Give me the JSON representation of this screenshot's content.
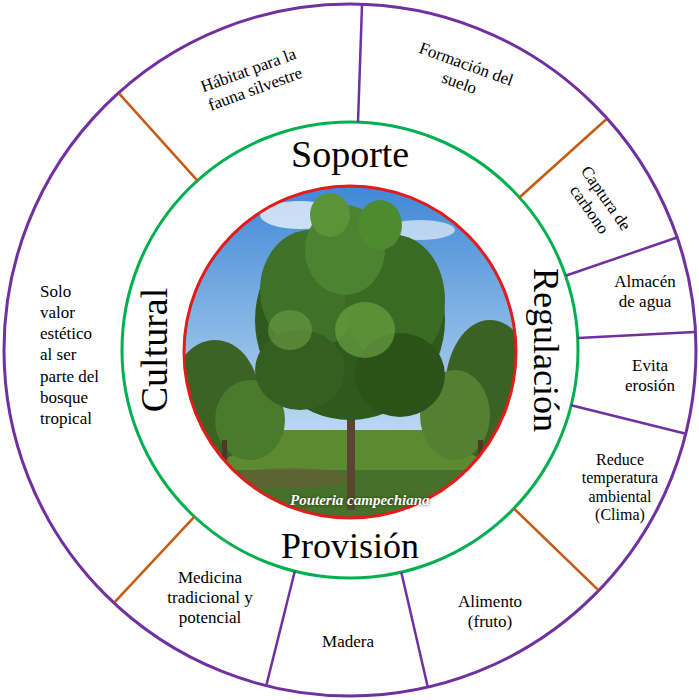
{
  "diagram": {
    "nodes": [
      {
        "text": [
          "Pouteria campechiana"
        ]
      },
      {
        "text": [
          "Hábitat para la fauna silvestre"
        ]
      },
      {
        "text": [
          "Formación del suelo"
        ]
      },
      {
        "text": [
          "Captura de carbono"
        ]
      },
      {
        "text": [
          "Almacén de agua"
        ]
      },
      {
        "text": [
          "Evita erosión"
        ]
      },
      {
        "text": [
          "Reduce temperatura ambiental (Clima)"
        ]
      },
      {
        "text": [
          "Alimento (fruto)"
        ]
      },
      {
        "text": [
          "Madera"
        ]
      },
      {
        "text": [
          "Medicina tradicional y potencial"
        ]
      },
      {
        "text": [
          "Solo valor estético al ser parte del bosque tropical"
        ]
      }
    ],
    "labels": [
      "Soporte",
      "Regulación",
      "Provisión",
      "Cultural"
    ]
  }
}
